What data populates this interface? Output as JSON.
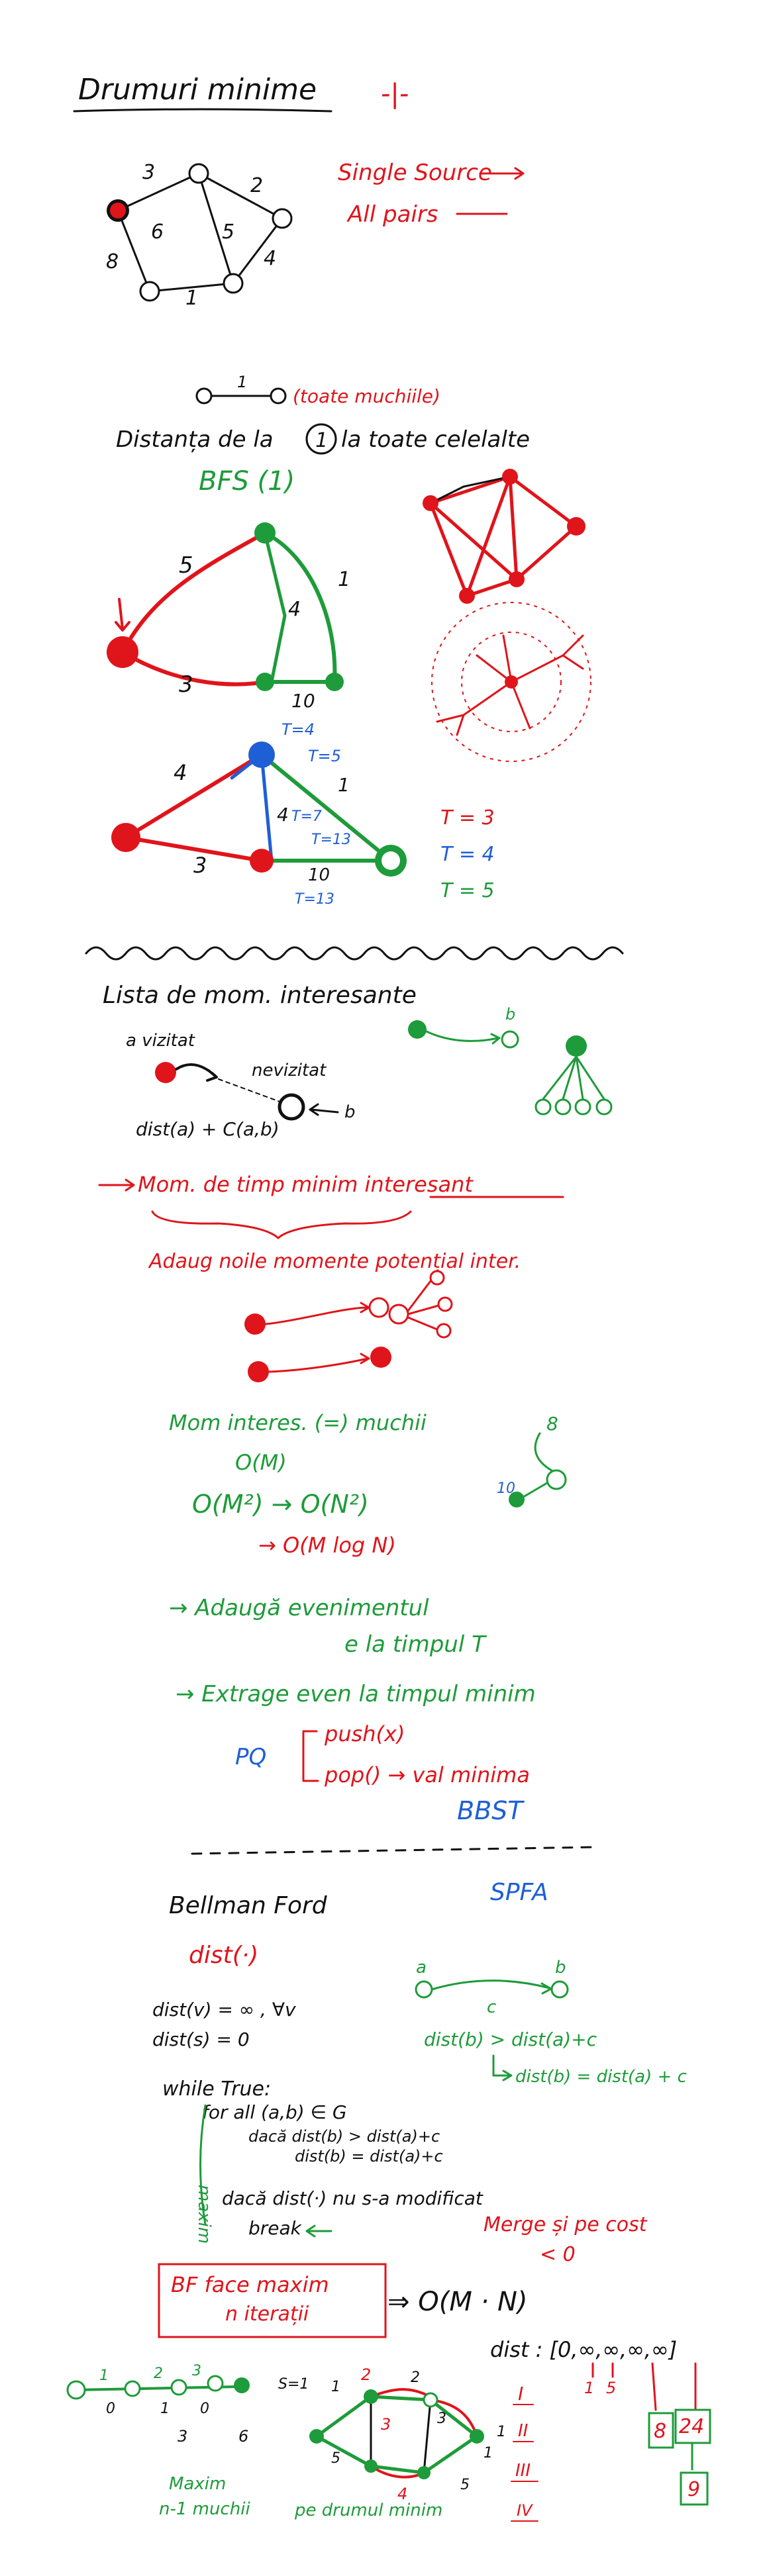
{
  "title": "Drumuri minime",
  "corner_mark": "-|-",
  "sec1": {
    "types": [
      "Single Source",
      "All pairs"
    ],
    "graph_weights": [
      "3",
      "2",
      "6",
      "5",
      "8",
      "1",
      "4"
    ]
  },
  "sec2": {
    "edge_label": "1",
    "edge_note": "(toate muchiile)",
    "dist_line_a": "Distanța de la",
    "dist_node": "1",
    "dist_line_b": "la toate celelalte",
    "bfs": "BFS (1)",
    "graph_weights": [
      "5",
      "4",
      "1",
      "3",
      "10"
    ],
    "graph2_weights": [
      "4",
      "1",
      "4",
      "3",
      "10"
    ],
    "times": [
      "T=4",
      "T=5",
      "T=7",
      "T=13",
      "T=13"
    ],
    "time_list": [
      "T = 3",
      "T = 4",
      "T = 5"
    ]
  },
  "sec3": {
    "heading": "Lista de mom. interesante",
    "visited": "a vizitat",
    "unvisited": "nevizitat",
    "b": "b",
    "formula": "dist(a) + C(a,b)",
    "moment_line": "Mom. de timp minim interesant",
    "add_line": "Adaug noile momente potențial inter.",
    "green_b": "b",
    "equiv": "Mom interes. (=) muchii",
    "om": "O(M)",
    "om2": "O(M²) → O(N²)",
    "omlog": "→ O(M log N)",
    "add_event_a": "→ Adaugă evenimentul",
    "add_event_b": "e la timpul T",
    "extract_a": "→ Extrage even la timpul minim",
    "pq": "PQ",
    "push": "push(x)",
    "pop": "pop() → val minima",
    "bbst": "BBST",
    "node8": "8",
    "node10": "10"
  },
  "sec4": {
    "heading": "Bellman Ford",
    "spfa": "SPFA",
    "dist_fn": "dist(·)",
    "edge_a": "a",
    "edge_b": "b",
    "edge_c": "c",
    "init1": "dist(v) = ∞ , ∀v",
    "init2": "dist(s) = 0",
    "cond": "dist(b) > dist(a)+c",
    "assign": "dist(b) = dist(a) + c",
    "loop": [
      "while True:",
      "for all (a,b) ∈ G",
      "dacă dist(b) > dist(a)+c",
      "dist(b) = dist(a)+c",
      "dacă dist(·) nu s-a modificat",
      "break"
    ],
    "maxim": "maxim",
    "merge": "Merge și pe cost",
    "lt0": "< 0",
    "box_line1": "BF face maxim",
    "box_line2": "n iterații",
    "complexity": "⇒ O(M · N)",
    "dist_array": "dist : [0,∞,∞,∞,∞]",
    "dist_updates": [
      "1",
      "5",
      "8",
      "24",
      "9"
    ],
    "chain_weights": [
      "1",
      "2",
      "3",
      "0",
      "1",
      "0",
      "3",
      "6"
    ],
    "graph_weights": [
      "S=1",
      "1",
      "2",
      "2",
      "3",
      "3",
      "4",
      "5",
      "1",
      "5",
      "1"
    ],
    "roman": [
      "I",
      "II",
      "III",
      "IV"
    ],
    "maxim_note": "Maxim",
    "edges_note": "n-1 muchii",
    "path_note": "pe drumul minim"
  }
}
